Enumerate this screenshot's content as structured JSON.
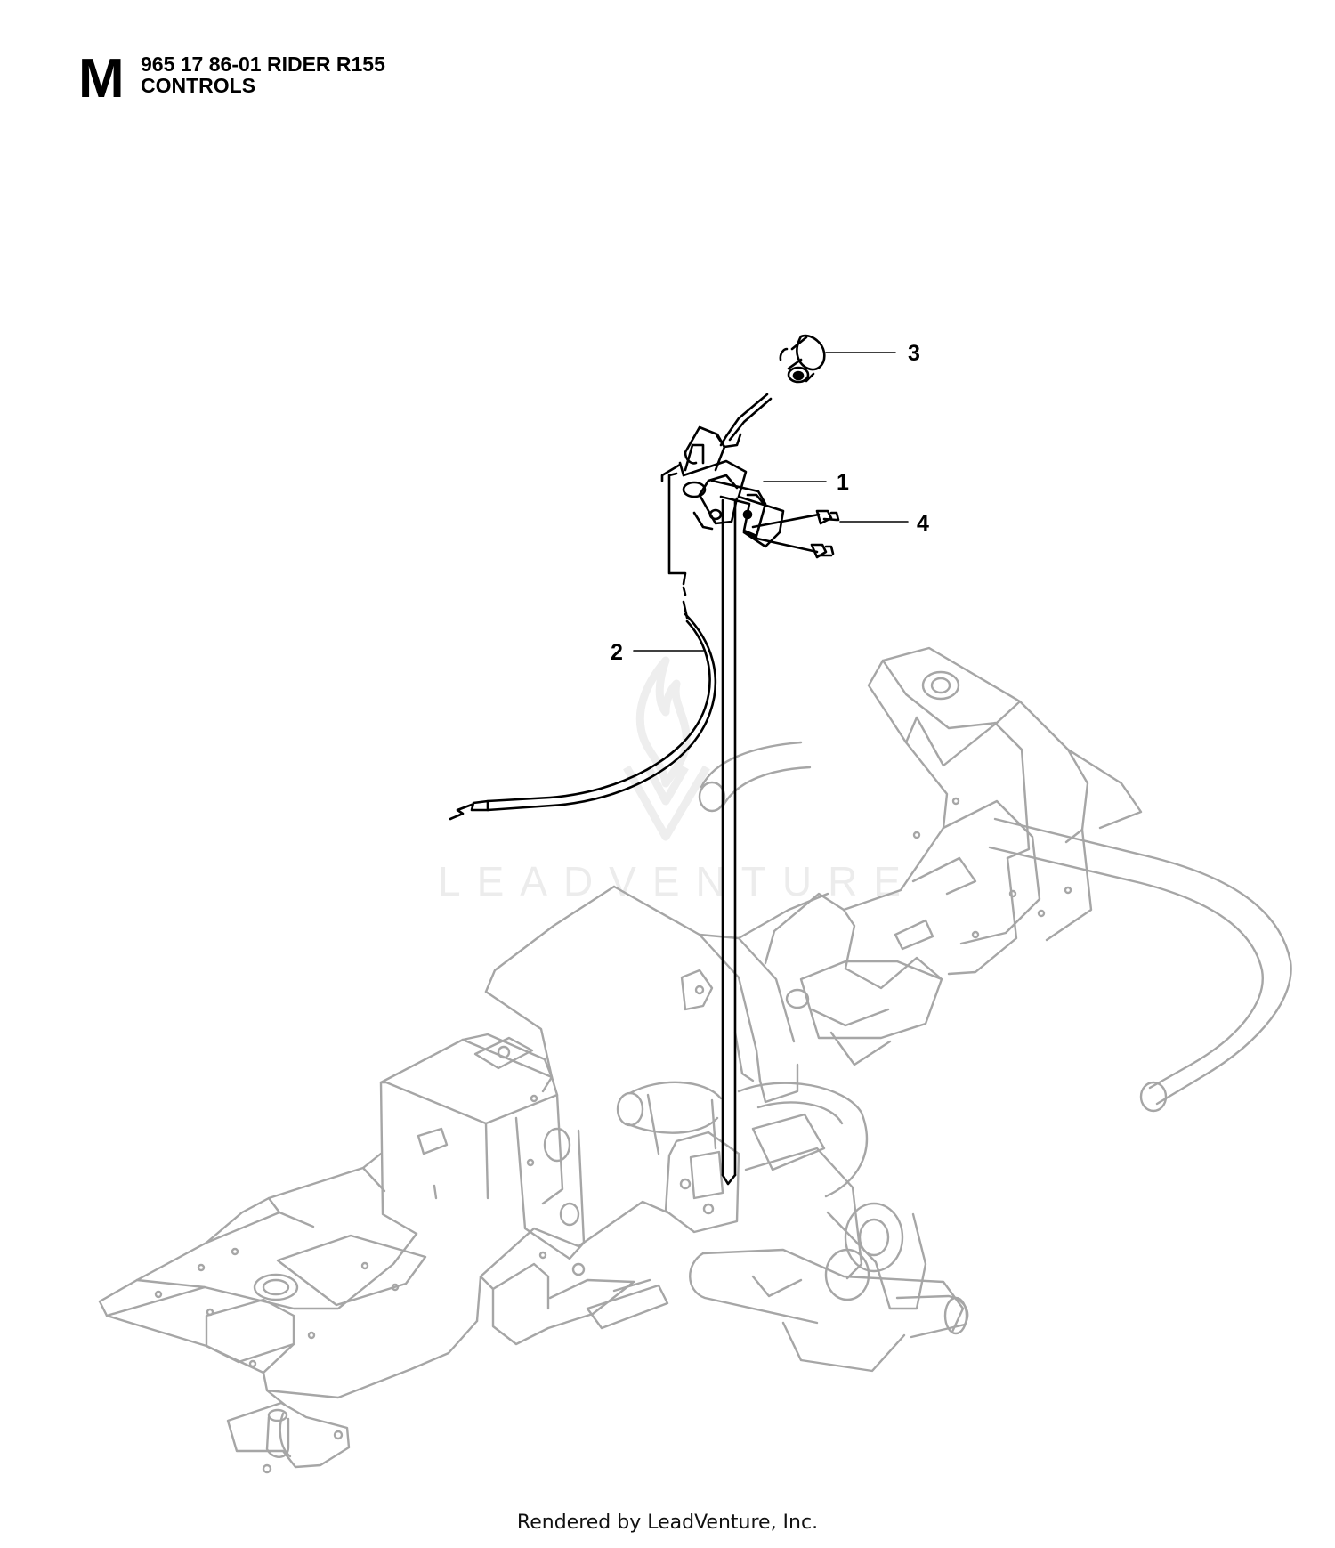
{
  "header": {
    "section_letter": "M",
    "title": "965 17 86-01 RIDER R155",
    "subtitle": "CONTROLS"
  },
  "watermark": {
    "text": "LEADVENTURE"
  },
  "callouts": [
    {
      "label": "1"
    },
    {
      "label": "2"
    },
    {
      "label": "3"
    },
    {
      "label": "4"
    }
  ],
  "footer": {
    "text": "Rendered by LeadVenture, Inc."
  },
  "colors": {
    "frame_line": "#a6a6a6",
    "part_line": "#000000",
    "watermark": "#ececec"
  }
}
